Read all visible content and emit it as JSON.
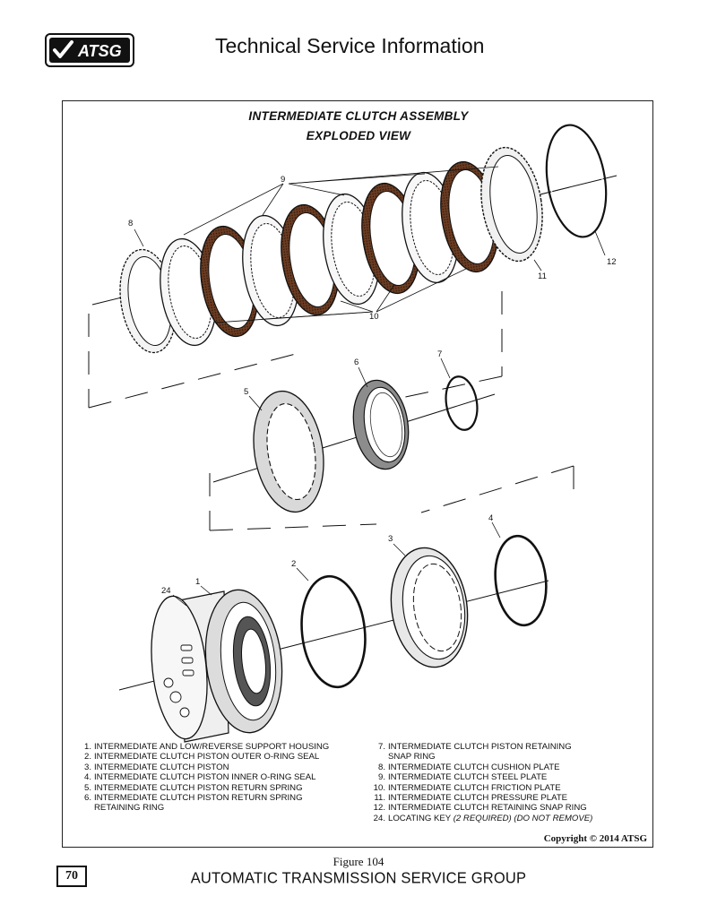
{
  "header": {
    "logo_text": "ATSG",
    "title": "Technical Service Information"
  },
  "diagram": {
    "title_line1": "INTERMEDIATE CLUTCH ASSEMBLY",
    "title_line2": "EXPLODED VIEW",
    "callouts": [
      "9",
      "8",
      "12",
      "11",
      "10",
      "6",
      "7",
      "5",
      "4",
      "3",
      "2",
      "1",
      "24"
    ]
  },
  "legend": {
    "left": [
      {
        "num": "1.",
        "text": "INTERMEDIATE AND LOW/REVERSE SUPPORT HOUSING"
      },
      {
        "num": "2.",
        "text": "INTERMEDIATE CLUTCH PISTON OUTER O-RING SEAL"
      },
      {
        "num": "3.",
        "text": "INTERMEDIATE CLUTCH PISTON"
      },
      {
        "num": "4.",
        "text": "INTERMEDIATE CLUTCH PISTON INNER O-RING SEAL"
      },
      {
        "num": "5.",
        "text": "INTERMEDIATE CLUTCH PISTON RETURN SPRING"
      },
      {
        "num": "6.",
        "text": "INTERMEDIATE CLUTCH PISTON RETURN SPRING"
      },
      {
        "num": "",
        "text": "RETAINING RING"
      }
    ],
    "right": [
      {
        "num": "7.",
        "text": "INTERMEDIATE CLUTCH PISTON RETAINING"
      },
      {
        "num": "",
        "text": "SNAP RING"
      },
      {
        "num": "8.",
        "text": "INTERMEDIATE CLUTCH CUSHION PLATE"
      },
      {
        "num": "9.",
        "text": "INTERMEDIATE CLUTCH STEEL PLATE"
      },
      {
        "num": "10.",
        "text": "INTERMEDIATE CLUTCH FRICTION PLATE"
      },
      {
        "num": "11.",
        "text": "INTERMEDIATE CLUTCH PRESSURE PLATE"
      },
      {
        "num": "12.",
        "text": "INTERMEDIATE CLUTCH RETAINING SNAP RING"
      },
      {
        "num": "24.",
        "text": "LOCATING KEY",
        "note": "(2 REQUIRED) (DO NOT REMOVE)"
      }
    ]
  },
  "copyright": "Copyright © 2014 ATSG",
  "figure_caption": "Figure 104",
  "page_number": "70",
  "footer": "AUTOMATIC TRANSMISSION SERVICE GROUP"
}
